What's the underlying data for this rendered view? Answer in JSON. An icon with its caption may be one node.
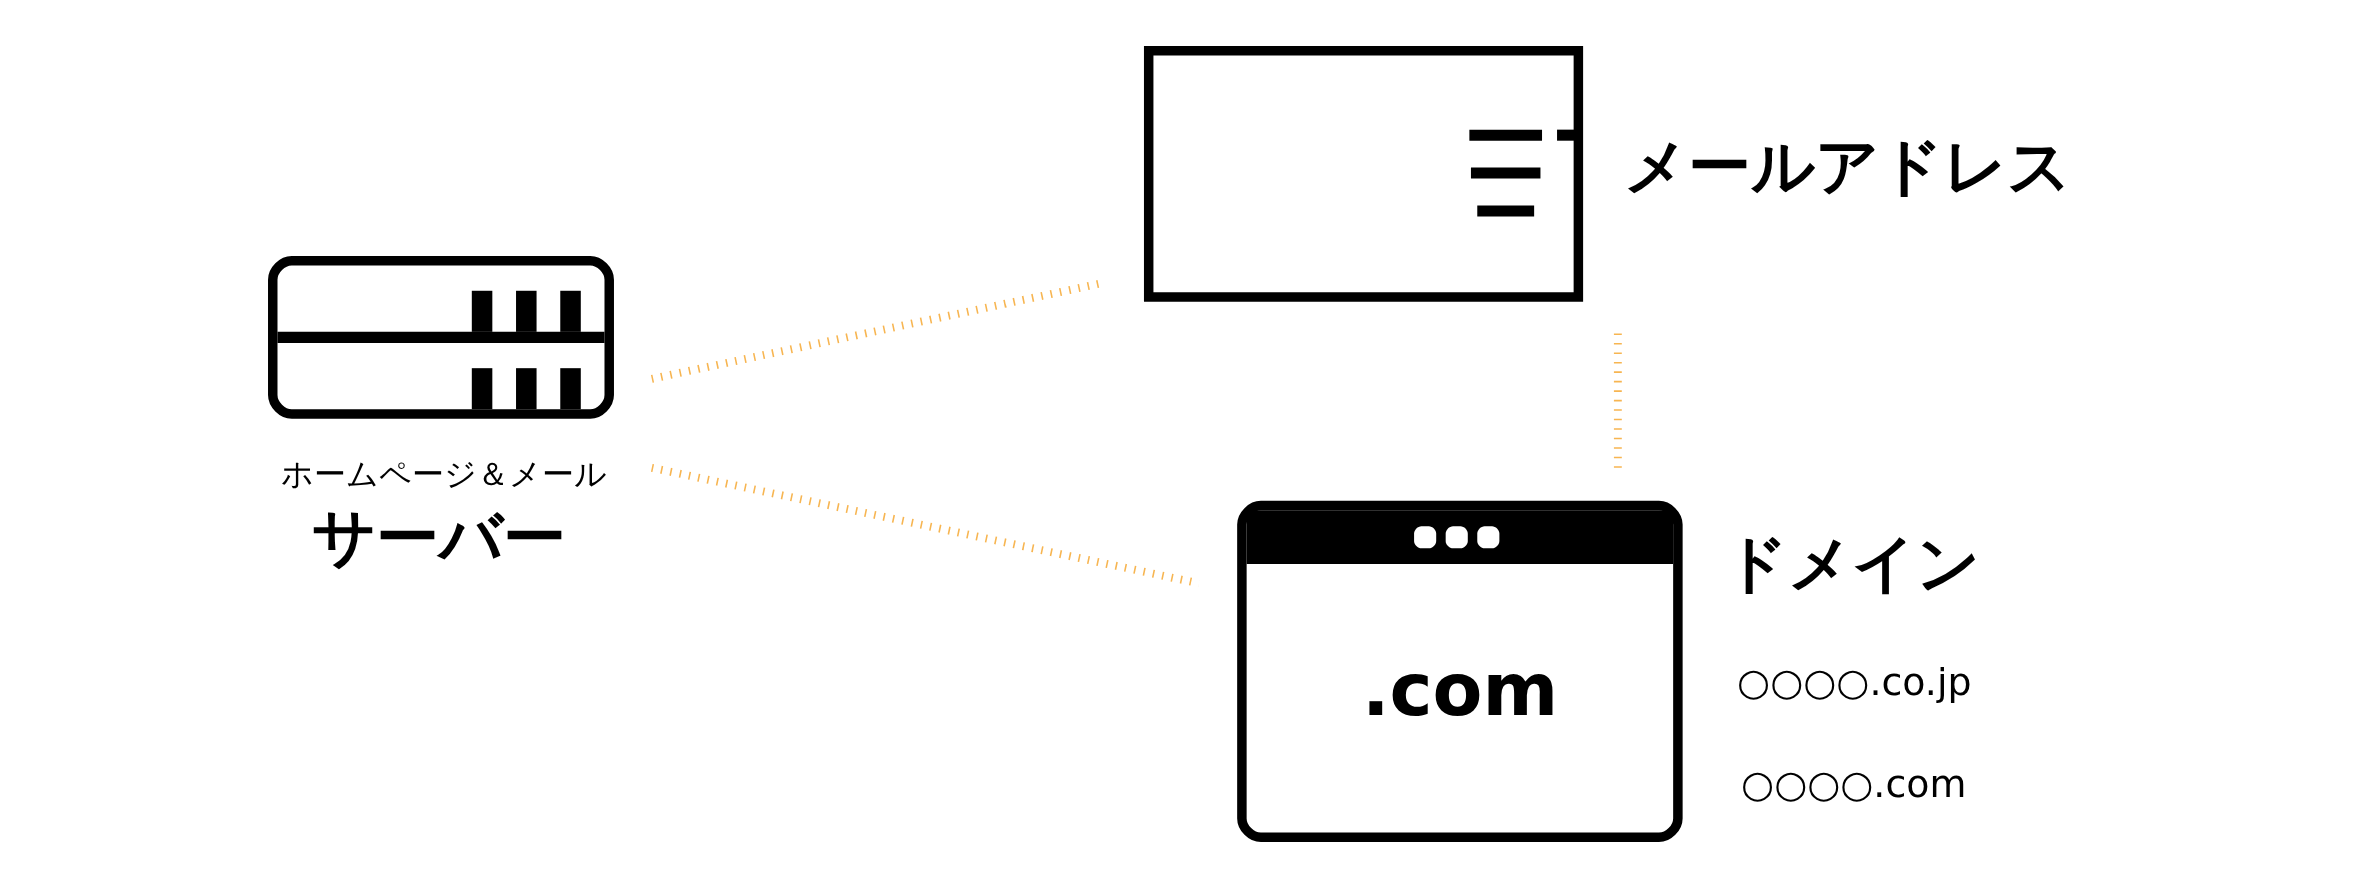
{
  "diagram": {
    "nodes": [
      {
        "text": [],
        "shape": "picture",
        "beside": [
          "ホームページ＆メール",
          "サーバー"
        ]
      },
      {
        "text": [],
        "shape": "picture",
        "beside": [
          "メールアドレス"
        ]
      },
      {
        "text": [
          ".com"
        ],
        "beside": [
          "ドメイン",
          "○○○○.co.jp",
          "○○○○.com"
        ]
      }
    ],
    "edges": [
      {
        "from": 0,
        "to": 1,
        "arrow": "none",
        "style": "dashed"
      },
      {
        "from": 0,
        "to": 2,
        "arrow": "none",
        "style": "dashed"
      },
      {
        "from": 1,
        "to": 2,
        "arrow": "none",
        "style": "dashed"
      }
    ]
  }
}
